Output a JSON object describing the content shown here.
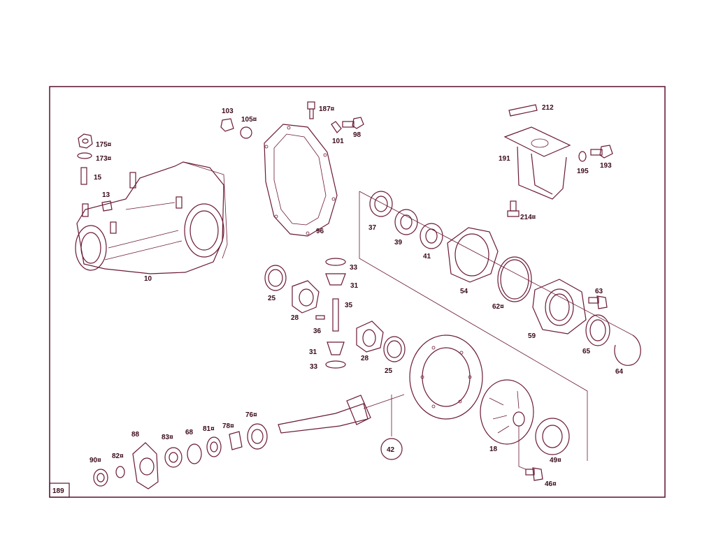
{
  "page_number": "189",
  "colors": {
    "line": "#6a1a33",
    "text": "#3a0a18",
    "frame": "#5a1030",
    "background": "#ffffff"
  },
  "labels": {
    "p10": "10",
    "p13": "13",
    "p15": "15",
    "p173": "173¤",
    "p175": "175¤",
    "p103": "103",
    "p105": "105¤",
    "p187": "187¤",
    "p101": "101",
    "p98": "98",
    "p96": "96",
    "p212": "212",
    "p191": "191",
    "p195": "195",
    "p193": "193",
    "p214": "214¤",
    "p37": "37",
    "p39": "39",
    "p41": "41",
    "p54": "54",
    "p62": "62¤",
    "p63": "63",
    "p59": "59",
    "p65": "65",
    "p64": "64",
    "p25a": "25",
    "p28a": "28",
    "p33a": "33",
    "p31a": "31",
    "p35": "35",
    "p36": "36",
    "p31b": "31",
    "p33b": "33",
    "p28b": "28",
    "p25b": "25",
    "p42": "42",
    "p18": "18",
    "p49": "49¤",
    "p46": "46¤",
    "p76": "76¤",
    "p78": "78¤",
    "p81": "81¤",
    "p68": "68",
    "p83": "83¤",
    "p88": "88",
    "p82": "82¤",
    "p90": "90¤"
  }
}
